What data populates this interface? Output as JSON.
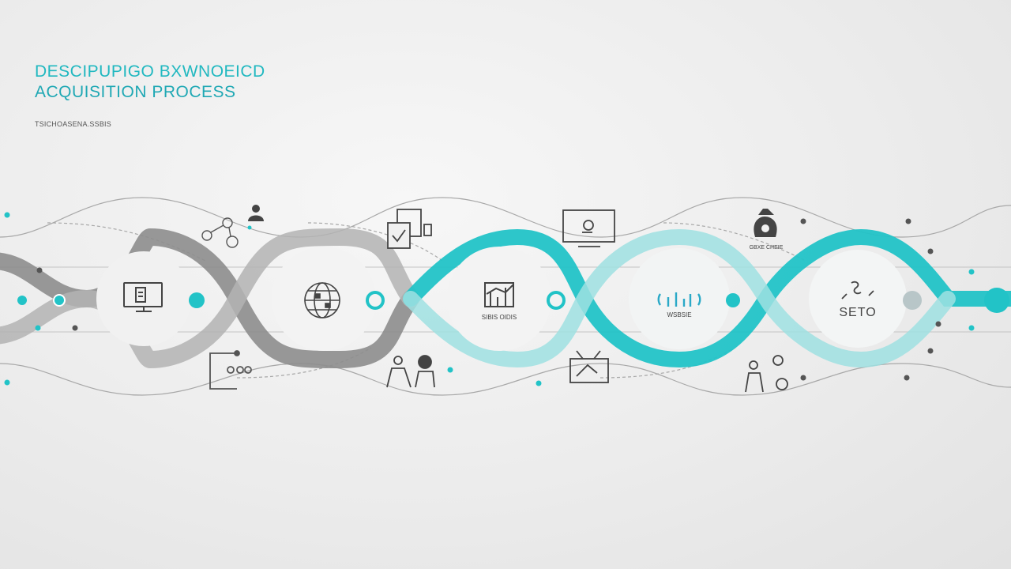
{
  "title": {
    "line1": "DESCIPUPIGO BXWNOEICD",
    "line2": "ACQUISITION PROCESS"
  },
  "subtitle": "TSICHOASENA.SSBIS",
  "stages": [
    {
      "icon": "monitor-document-icon",
      "label": ""
    },
    {
      "icon": "globe-grid-icon",
      "label": ""
    },
    {
      "icon": "bar-chart-icon",
      "label": "SIBIS OIDIS"
    },
    {
      "icon": "data-chart-icon",
      "label": "WSBSIE"
    },
    {
      "icon": "currency-symbols-icon",
      "label": "SETO"
    }
  ],
  "satellite_labels": {
    "money_bag": "GBXE CHEIE"
  },
  "colors": {
    "accent": "#22c3c7",
    "accent_light": "#8fdde0",
    "gray_band": "#8f8f8f",
    "gray_light": "#c8c8c8",
    "line": "#9a9a9a"
  }
}
